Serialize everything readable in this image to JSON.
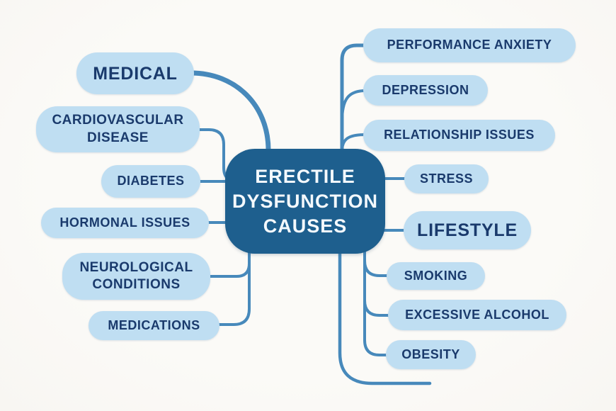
{
  "title": "Erectile Dysfunction Causes mind map",
  "colors": {
    "background": "#f8f6f2",
    "pill_fill": "#bfdef2",
    "pill_text": "#1a3a6c",
    "center_fill": "#1e5f8e",
    "center_text": "#f4f9fd",
    "connector": "#4789bb"
  },
  "center": {
    "label": "ERECTILE DYSFUNCTION CAUSES",
    "lines": [
      "ERECTILE",
      "DYSFUNCTION",
      "CAUSES"
    ]
  },
  "nodes": {
    "medical": {
      "label": "MEDICAL",
      "role": "branch"
    },
    "cardiovascular": {
      "label": "CARDIOVASCULAR DISEASE",
      "role": "cause"
    },
    "diabetes": {
      "label": "DIABETES",
      "role": "cause"
    },
    "hormonal": {
      "label": "HORMONAL ISSUES",
      "role": "cause"
    },
    "neurological": {
      "label": "NEUROLOGICAL CONDITIONS",
      "role": "cause"
    },
    "medications": {
      "label": "MEDICATIONS",
      "role": "cause"
    },
    "performance_anxiety": {
      "label": "PERFORMANCE ANXIETY",
      "role": "cause"
    },
    "depression": {
      "label": "DEPRESSION",
      "role": "cause"
    },
    "relationship": {
      "label": "RELATIONSHIP ISSUES",
      "role": "cause"
    },
    "stress": {
      "label": "STRESS",
      "role": "cause"
    },
    "lifestyle": {
      "label": "LIFESTYLE",
      "role": "branch"
    },
    "smoking": {
      "label": "SMOKING",
      "role": "cause"
    },
    "excessive_alcohol": {
      "label": "EXCESSIVE ALCOHOL",
      "role": "cause"
    },
    "obesity": {
      "label": "OBESITY",
      "role": "cause"
    }
  },
  "edges": [
    {
      "from": "center",
      "to": "medical"
    },
    {
      "from": "center",
      "to": "cardiovascular"
    },
    {
      "from": "center",
      "to": "diabetes"
    },
    {
      "from": "center",
      "to": "hormonal"
    },
    {
      "from": "center",
      "to": "neurological"
    },
    {
      "from": "center",
      "to": "medications"
    },
    {
      "from": "center",
      "to": "performance_anxiety"
    },
    {
      "from": "center",
      "to": "depression"
    },
    {
      "from": "center",
      "to": "relationship"
    },
    {
      "from": "center",
      "to": "stress"
    },
    {
      "from": "center",
      "to": "lifestyle"
    },
    {
      "from": "center",
      "to": "smoking"
    },
    {
      "from": "center",
      "to": "excessive_alcohol"
    },
    {
      "from": "center",
      "to": "obesity"
    }
  ]
}
